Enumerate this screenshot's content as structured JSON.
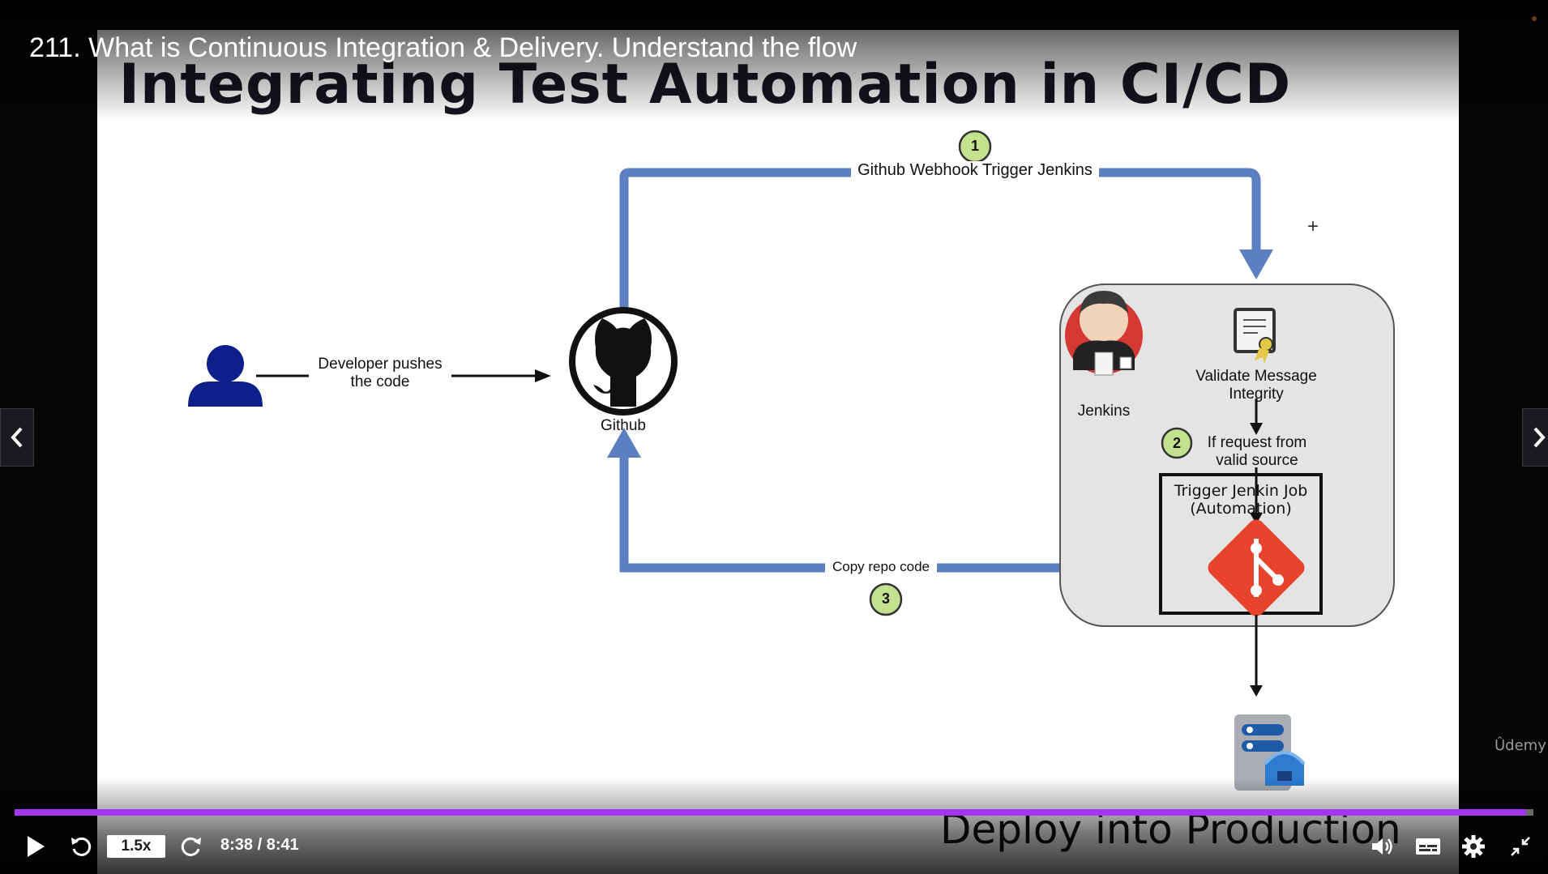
{
  "lecture": {
    "title": "211. What is Continuous Integration & Delivery. Understand the flow"
  },
  "slide": {
    "title": "Integrating Test Automation in CI/CD",
    "footer_title": "Deploy into Production",
    "diagram": {
      "developer_label_line1": "Developer pushes",
      "developer_label_line2": "the code",
      "github_label": "Github",
      "step1_number": "1",
      "step1_label": "Github Webhook Trigger Jenkins",
      "jenkins_label": "Jenkins",
      "validate_line1": "Validate Message",
      "validate_line2": "Integrity",
      "step2_number": "2",
      "step2_line1": "If request from",
      "step2_line2": "valid source",
      "trigger_line1": "Trigger  Jenkin Job",
      "trigger_line2": "(Automation)",
      "step3_number": "3",
      "step3_label": "Copy repo code",
      "plus_mark": "+"
    }
  },
  "colors": {
    "flow_arrow": "#5b7fc0",
    "step_badge": "#c5e08f",
    "developer_icon": "#0d1f8a",
    "git_logo": "#e8432c",
    "jenkins_panel": "#e4e4e4",
    "progress": "#a435f0"
  },
  "player": {
    "speed_label": "1.5x",
    "time_display": "8:38 / 8:41",
    "progress_fraction": 0.995,
    "watermark": "Ûdemy",
    "icons": [
      "play-icon",
      "rewind-icon",
      "forward-icon",
      "volume-icon",
      "captions-icon",
      "settings-icon",
      "exit-fullscreen-icon",
      "chevron-left-icon",
      "chevron-right-icon"
    ]
  }
}
